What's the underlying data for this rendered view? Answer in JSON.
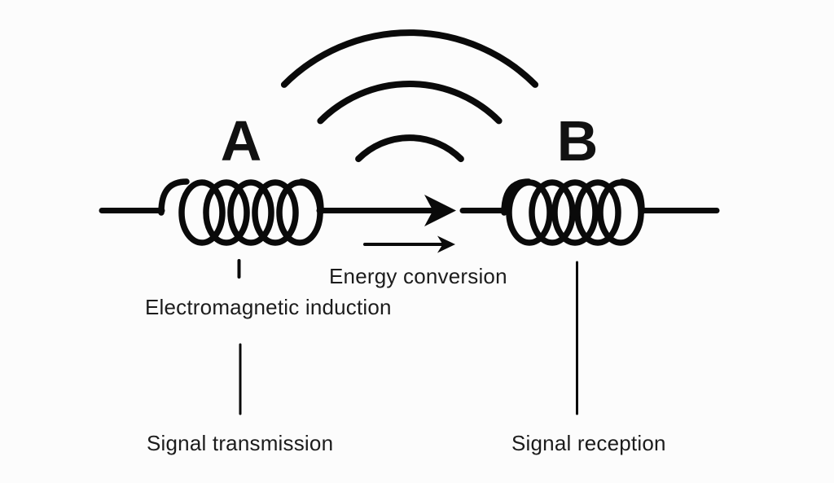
{
  "diagram": {
    "coil_a": {
      "label": "A"
    },
    "coil_b": {
      "label": "B"
    },
    "annotations": {
      "energy_conversion": "Energy conversion",
      "electromagnetic_induction": "Electromagnetic induction",
      "signal_transmission": "Signal transmission",
      "signal_reception": "Signal reception"
    },
    "icons": {
      "signal_waves": "wireless-signal-arcs-icon",
      "current_arrow": "right-arrow-icon",
      "energy_arrow": "right-arrow-icon"
    },
    "colors": {
      "ink": "#0a0a0a",
      "text": "#1c1c1c",
      "background": "#fcfcfc"
    }
  }
}
